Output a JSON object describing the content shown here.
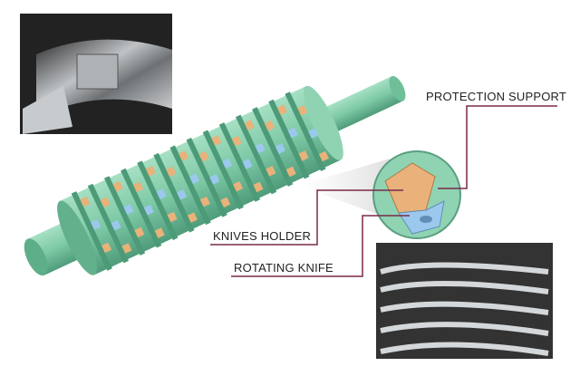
{
  "labels": {
    "protection_support": "PROTECTION SUPPORT",
    "knives_holder": "KNIVES HOLDER",
    "rotating_knife": "ROTATING KNIFE"
  },
  "colors": {
    "shaft": "#7ec9a6",
    "leader": "#7a2a4a",
    "holder": "#e8b27a",
    "knife": "#9cc8ee"
  }
}
